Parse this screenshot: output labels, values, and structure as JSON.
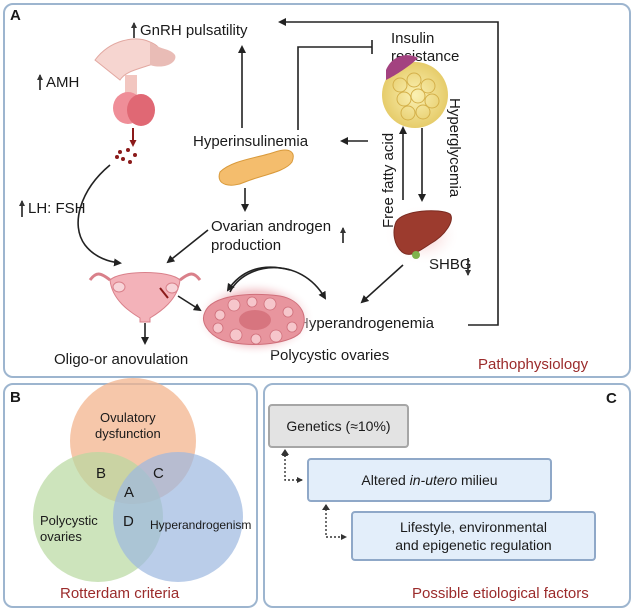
{
  "panel_a": {
    "letter": "A",
    "footer": "Pathophysiology",
    "labels": {
      "gnrh": "GnRH pulsatility",
      "amh": "AMH",
      "lh_fsh": "LH: FSH",
      "insulin_resistance_1": "Insulin",
      "insulin_resistance_2": "resistance",
      "hyperinsulinemia": "Hyperinsulinemia",
      "free_fatty_acid": "Free fatty acid",
      "hyperglycemia": "Hyperglycemia",
      "ovarian_androgen_1": "Ovarian androgen",
      "ovarian_androgen_2": "production",
      "shbg": "SHBG",
      "hyperandrogenemia": "Hyperandrogenemia",
      "oligo": "Oligo-or anovulation",
      "polycystic": "Polycystic ovaries"
    }
  },
  "panel_b": {
    "letter": "B",
    "footer": "Rotterdam criteria",
    "circles": {
      "ovulatory_1": "Ovulatory",
      "ovulatory_2": "dysfunction",
      "polycystic_1": "Polycystic",
      "polycystic_2": "ovaries",
      "hyperandrogenism": "Hyperandrogenism"
    },
    "regions": {
      "a": "A",
      "b": "B",
      "c": "C",
      "d": "D"
    },
    "colors": {
      "ovulatory": "#f3b48e",
      "polycystic": "#b8d9a0",
      "hyperandrogenism": "#9db8df"
    }
  },
  "panel_c": {
    "letter": "C",
    "footer": "Possible etiological factors",
    "genetics": "Genetics (≈10%)",
    "altered_prefix": "Altered ",
    "altered_italic": "in-utero",
    "altered_suffix": " milieu",
    "lifestyle_1": "Lifestyle, environmental",
    "lifestyle_2": "and epigenetic regulation"
  }
}
